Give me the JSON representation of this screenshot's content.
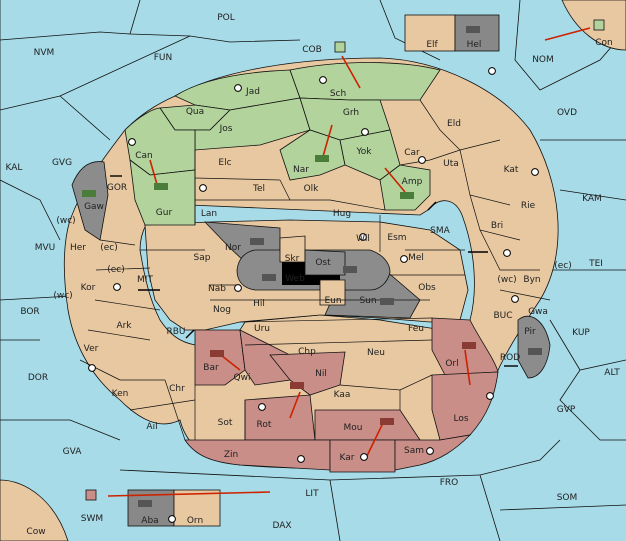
{
  "colors": {
    "sea": "#a7dbe8",
    "land": "#e8c8a0",
    "green_player": "#b2d39b",
    "red_player": "#c98e88",
    "grey_player": "#8c8c8c",
    "dark_tile": "#888888",
    "impassable": "#000000",
    "order_arrow": "#cc2200"
  },
  "ocean_labels": [
    "POL",
    "NVM",
    "FUN",
    "COB",
    "NOM",
    "OVD",
    "KAL",
    "GVG",
    "KAM",
    "MVU",
    "TEI",
    "BOR",
    "KUP",
    "DOR",
    "ALT",
    "GVP",
    "GVA",
    "FRO",
    "LIT",
    "SOM",
    "DAX"
  ],
  "inner_sea_labels": [
    "SMA",
    "MIT",
    "RBU",
    "BUC",
    "ROD",
    "GOR"
  ],
  "coast_notes": [
    "(wc)",
    "(ec)",
    "(ec)",
    "(wc)",
    "(wc)",
    "(ec)"
  ],
  "green_regions": [
    "Jad",
    "Sch",
    "Qua",
    "Jos",
    "Grh",
    "Can",
    "Nar",
    "Yok",
    "Gur",
    "Amp"
  ],
  "tan_regions": [
    "Elc",
    "Tel",
    "Olk",
    "Car",
    "Eld",
    "Uta",
    "Kat",
    "Lan",
    "Hug",
    "Rie",
    "Bri",
    "Wil",
    "Esm",
    "Sap",
    "Skr",
    "Ost",
    "Mel",
    "Nab",
    "Obs",
    "Byn",
    "Hil",
    "Eun",
    "Gwa",
    "Nog",
    "Uru",
    "Feu",
    "Chp",
    "Neu",
    "Kaa",
    "Chr",
    "Sot",
    "Ail",
    "Ken",
    "Ark",
    "Ver",
    "Kor",
    "Her",
    "Elf"
  ],
  "red_regions": [
    "Bar",
    "Qwi",
    "Nil",
    "Orl",
    "Rot",
    "Mou",
    "Los",
    "Zin",
    "Kar",
    "Sam"
  ],
  "grey_regions": [
    "Nor",
    "Web",
    "Sun",
    "Gaw",
    "Pir"
  ],
  "corner_regions": [
    "Con",
    "Cow"
  ],
  "off_map_boxes": [
    "Elf",
    "Hel",
    "Aba",
    "Orn",
    "SWM"
  ]
}
